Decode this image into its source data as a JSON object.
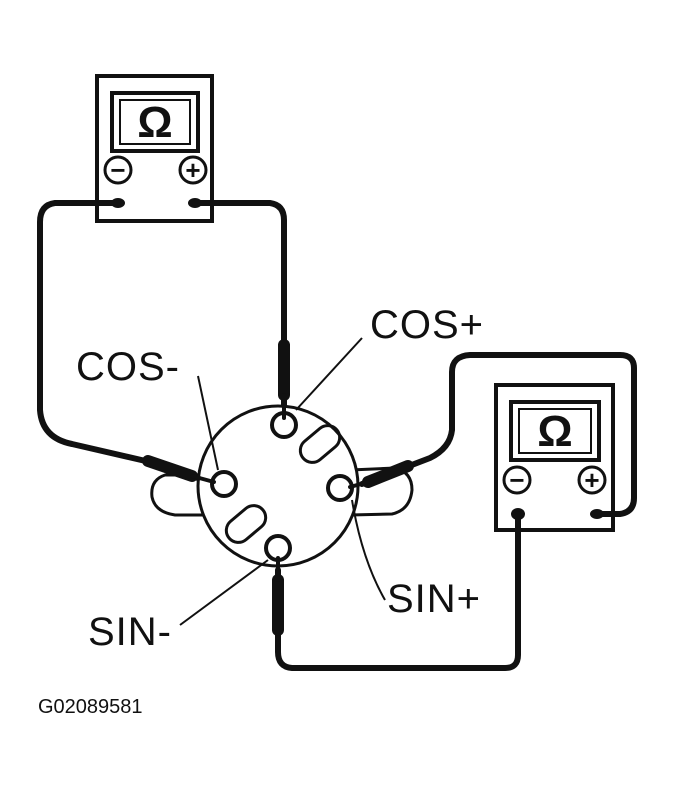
{
  "labels": {
    "cos_plus": "COS+",
    "cos_minus": "COS-",
    "sin_plus": "SIN+",
    "sin_minus": "SIN-",
    "figure_code": "G02089581"
  },
  "meters": {
    "symbol": "Ω",
    "negative": "−",
    "positive": "+"
  }
}
